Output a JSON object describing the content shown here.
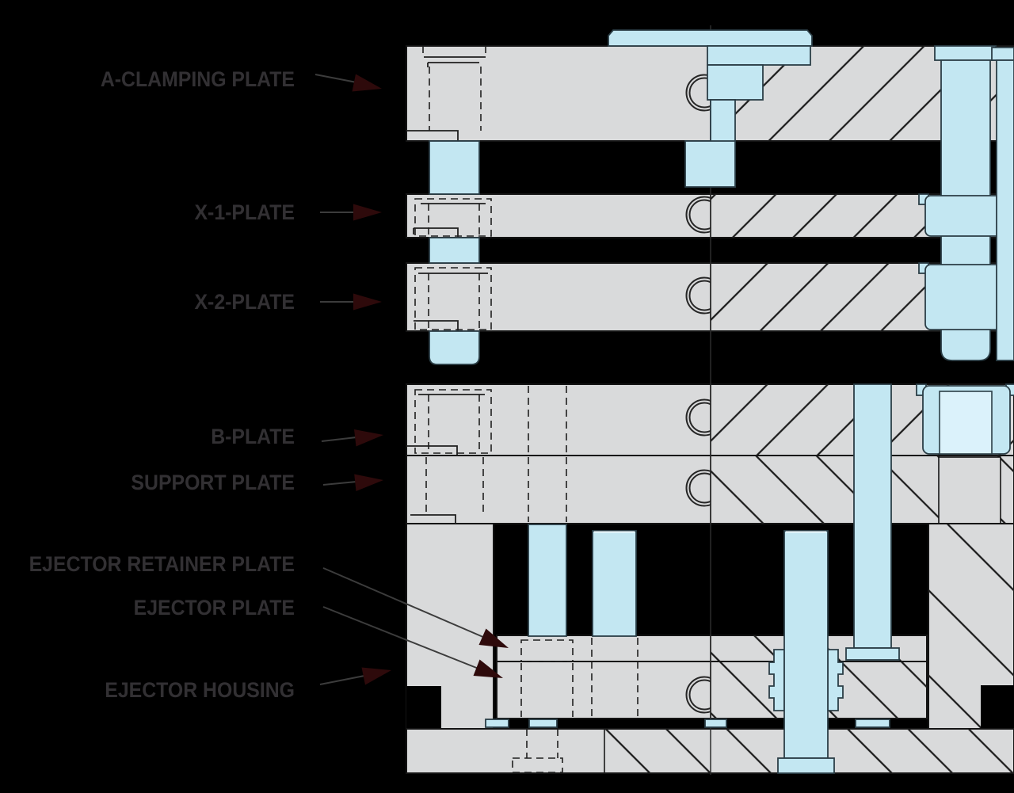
{
  "labels": [
    {
      "text": "A-CLAMPING PLATE"
    },
    {
      "text": "X-1-PLATE"
    },
    {
      "text": "X-2-PLATE"
    },
    {
      "text": "B-PLATE"
    },
    {
      "text": "SUPPORT PLATE"
    },
    {
      "text": "EJECTOR RETAINER PLATE"
    },
    {
      "text": "EJECTOR PLATE"
    },
    {
      "text": "EJECTOR HOUSING"
    }
  ],
  "colors": {
    "background": "#000000",
    "plate_fill": "#d9dadb",
    "plate_outline": "#141414",
    "hatch_line": "#1c1c1c",
    "component_fill": "#c3e7f2",
    "component_fill_light": "#dbf2fb",
    "component_outline": "#2b3e46",
    "label_text": "#323033",
    "arrow_line": "#3c3c3c",
    "arrow_head": "#2e0a0b"
  }
}
